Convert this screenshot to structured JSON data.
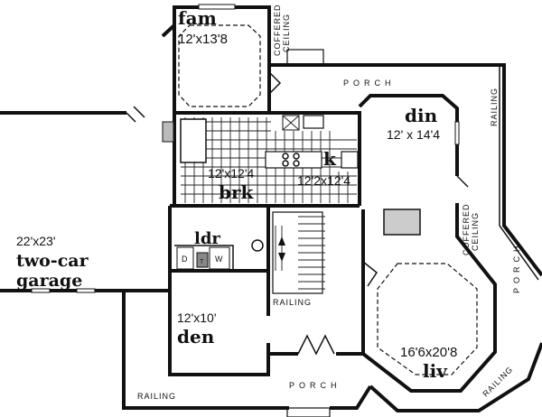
{
  "rooms": {
    "family": {
      "name": "fam",
      "size": "12'x13'8"
    },
    "dining": {
      "name": "din",
      "size": "12' x 14'4"
    },
    "kitchen": {
      "name": "k",
      "size": "12'2x12'4"
    },
    "breakfast": {
      "name": "brk",
      "size": "12'x12'4"
    },
    "laundry": {
      "name": "ldr",
      "dryer": "D",
      "washer": "W",
      "tub": "T"
    },
    "garage": {
      "size": "22'x23'",
      "name_line1": "two-car",
      "name_line2": "garage"
    },
    "den": {
      "name": "den",
      "size": "12'x10'"
    },
    "living": {
      "name": "liv",
      "size": "16'6x20'8"
    }
  },
  "annotations": {
    "porch_top": "PORCH",
    "porch_right": "PORCH",
    "porch_bottom": "PORCH",
    "railing_right": "RAILING",
    "railing_stair": "RAILING",
    "railing_bottom_left": "RAILING",
    "railing_bottom_right": "RAILING",
    "coffered_fam_1": "COFFERED",
    "coffered_fam_2": "CEILING",
    "coffered_liv_1": "COFFERED",
    "coffered_liv_2": "CEILING"
  }
}
